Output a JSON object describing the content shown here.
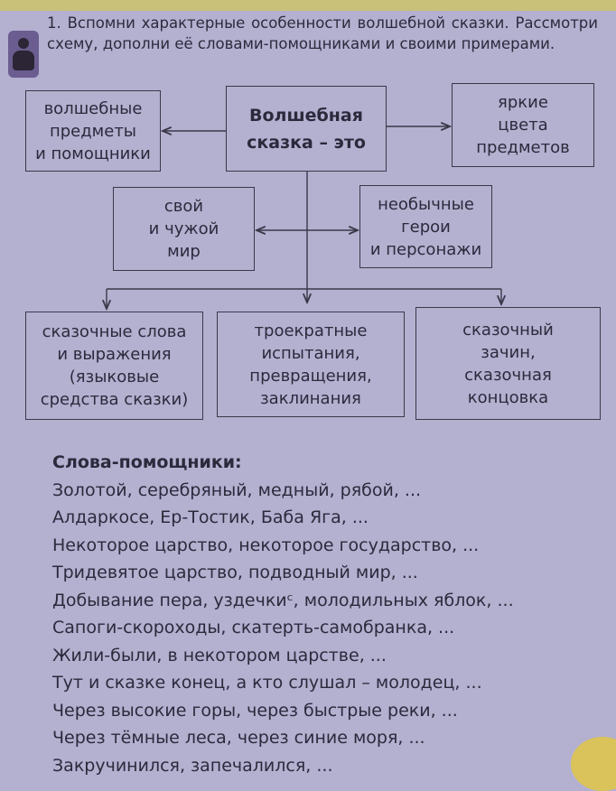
{
  "task": {
    "number": "1.",
    "text": "Вспомни характерные особенности волшебной сказки. Рассмотри схему, дополни её словами-помощниками и своими примерами."
  },
  "diagram": {
    "center": "Волшебная\nсказка – это",
    "left": "волшебные\nпредметы\nи помощники",
    "right": "яркие\nцвета\nпредметов",
    "mid_left": "свой\nи чужой\nмир",
    "mid_right": "необычные\nгерои\nи персонажи",
    "bottom": [
      "сказочные слова\nи выражения\n(языковые\nсредства сказки)",
      "троекратные\nиспытания,\nпревращения,\nзаклинания",
      "сказочный\nзачин,\nсказочная\nконцовка"
    ]
  },
  "helpers": {
    "title": "Слова-помощники:",
    "lines": [
      "Золотой, серебряный, медный, рябой, ...",
      "Алдаркосе, Ер-Тостик, Баба Яга, ...",
      "Некоторое царство, некоторое государство, ...",
      "Тридевятое царство, подводный мир, ...",
      "Добывание пера, уздечкиᶜ, молодильных яблок, ...",
      "Сапоги-скороходы, скатерть-самобранка, ...",
      "Жили-были, в некотором царстве, ...",
      "Тут и сказке конец, а кто слушал – молодец, ...",
      "Через высокие горы, через быстрые реки, ...",
      "Через тёмные леса, через синие моря, ...",
      "Закручинился, запечалился, ..."
    ]
  }
}
